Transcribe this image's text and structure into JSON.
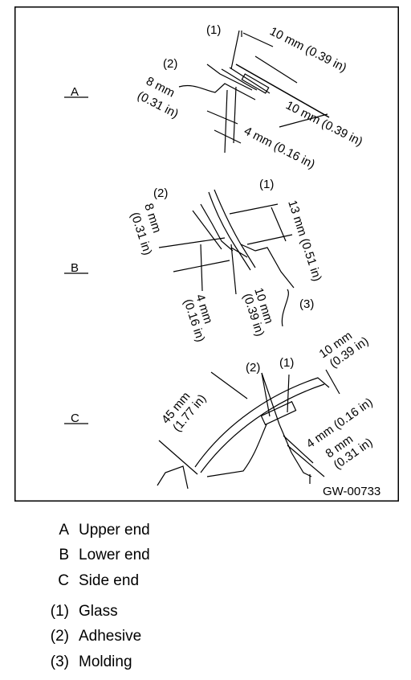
{
  "figure": {
    "code": "GW-00733",
    "sections": [
      {
        "key": "A",
        "parts": [
          "(1)",
          "(2)"
        ],
        "dims": [
          "10 mm (0.39 in)",
          "10 mm (0.39 in)",
          "8 mm",
          "(0.31 in)",
          "4 mm (0.16 in)"
        ]
      },
      {
        "key": "B",
        "parts": [
          "(2)",
          "(1)",
          "(3)"
        ],
        "dims": [
          "13 mm (0.51 in)",
          "8 mm",
          "(0.31 in)",
          "4 mm",
          "(0.16 in)",
          "10 mm",
          "(0.39 in)"
        ]
      },
      {
        "key": "C",
        "parts": [
          "(2)",
          "(1)"
        ],
        "dims": [
          "10 mm",
          "(0.39 in)",
          "45 mm",
          "(1.77 in)",
          "4 mm (0.16 in)",
          "8 mm",
          "(0.31 in)"
        ]
      }
    ]
  },
  "legend": [
    {
      "key": "A",
      "label": "Upper end"
    },
    {
      "key": "B",
      "label": "Lower end"
    },
    {
      "key": "C",
      "label": "Side end"
    },
    {
      "key": "(1)",
      "label": "Glass"
    },
    {
      "key": "(2)",
      "label": "Adhesive"
    },
    {
      "key": "(3)",
      "label": "Molding"
    }
  ]
}
